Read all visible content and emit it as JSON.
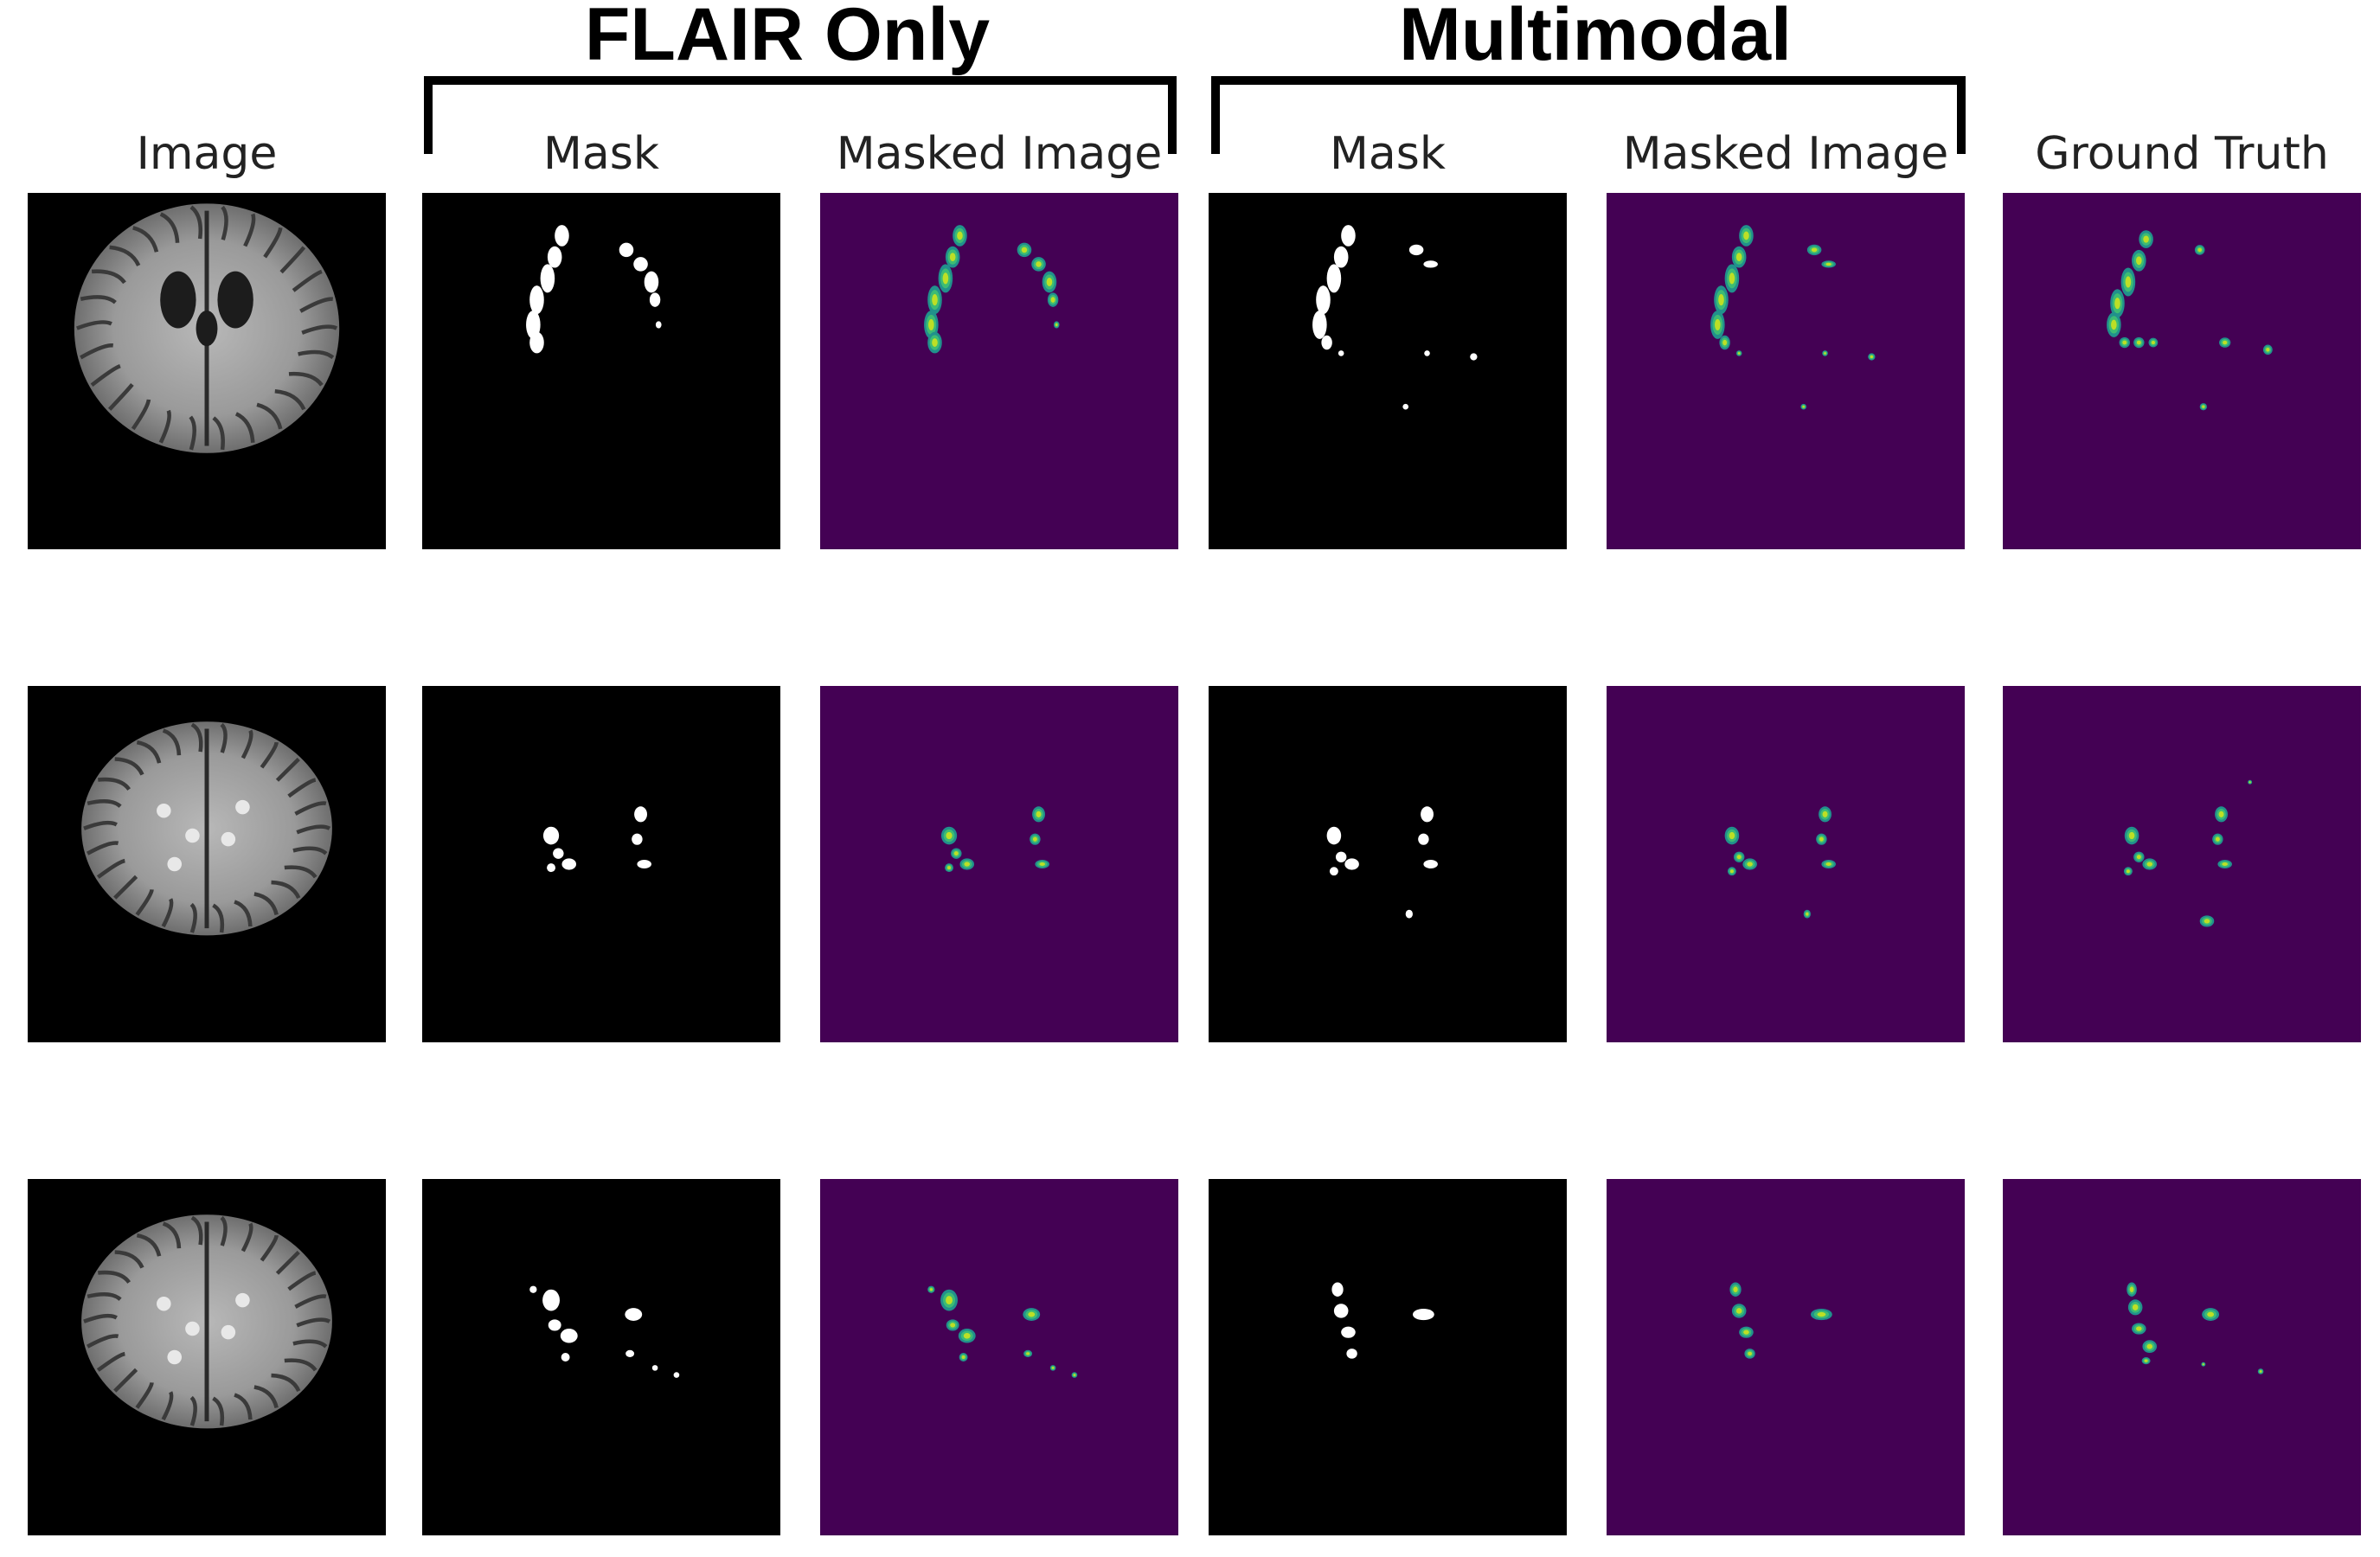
{
  "groups": [
    {
      "id": "flair",
      "title": "FLAIR Only"
    },
    {
      "id": "multi",
      "title": "Multimodal"
    }
  ],
  "columns": [
    {
      "id": "image",
      "title": "Image",
      "kind": "brain"
    },
    {
      "id": "flair-mask",
      "title": "Mask",
      "kind": "mask"
    },
    {
      "id": "flair-masked",
      "title": "Masked Image",
      "kind": "masked"
    },
    {
      "id": "multi-mask",
      "title": "Mask",
      "kind": "mask"
    },
    {
      "id": "multi-masked",
      "title": "Masked Image",
      "kind": "masked"
    },
    {
      "id": "ground-truth",
      "title": "Ground Truth",
      "kind": "masked"
    }
  ],
  "rows": 3,
  "colors": {
    "mask_background": "#000000",
    "mask_foreground": "#ffffff",
    "masked_background": "#440154",
    "lesion_edge": "#21918c",
    "lesion_mid": "#3dbc74",
    "lesion_core": "#bddf26"
  }
}
